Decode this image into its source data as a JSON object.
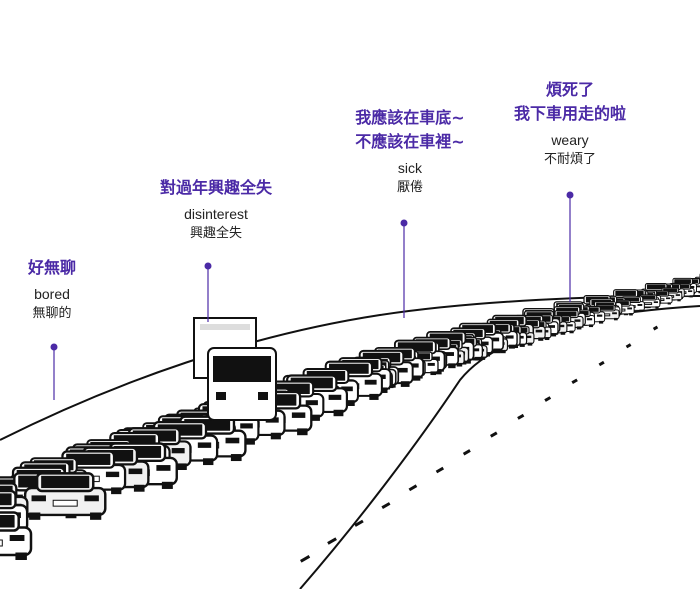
{
  "colors": {
    "accent": "#4b2aa6",
    "ink": "#111111",
    "road": "#ffffff"
  },
  "annotations": [
    {
      "title": [
        "好無聊"
      ],
      "english": "bored",
      "chinese": "無聊的"
    },
    {
      "title": [
        "對過年興趣全失"
      ],
      "english": "disinterest",
      "chinese": "興趣全失"
    },
    {
      "title": [
        "我應該在車底~",
        "不應該在車裡~"
      ],
      "english": "sick",
      "chinese": "厭倦"
    },
    {
      "title": [
        "煩死了",
        "我下車用走的啦"
      ],
      "english": "weary",
      "chinese": "不耐煩了"
    }
  ]
}
